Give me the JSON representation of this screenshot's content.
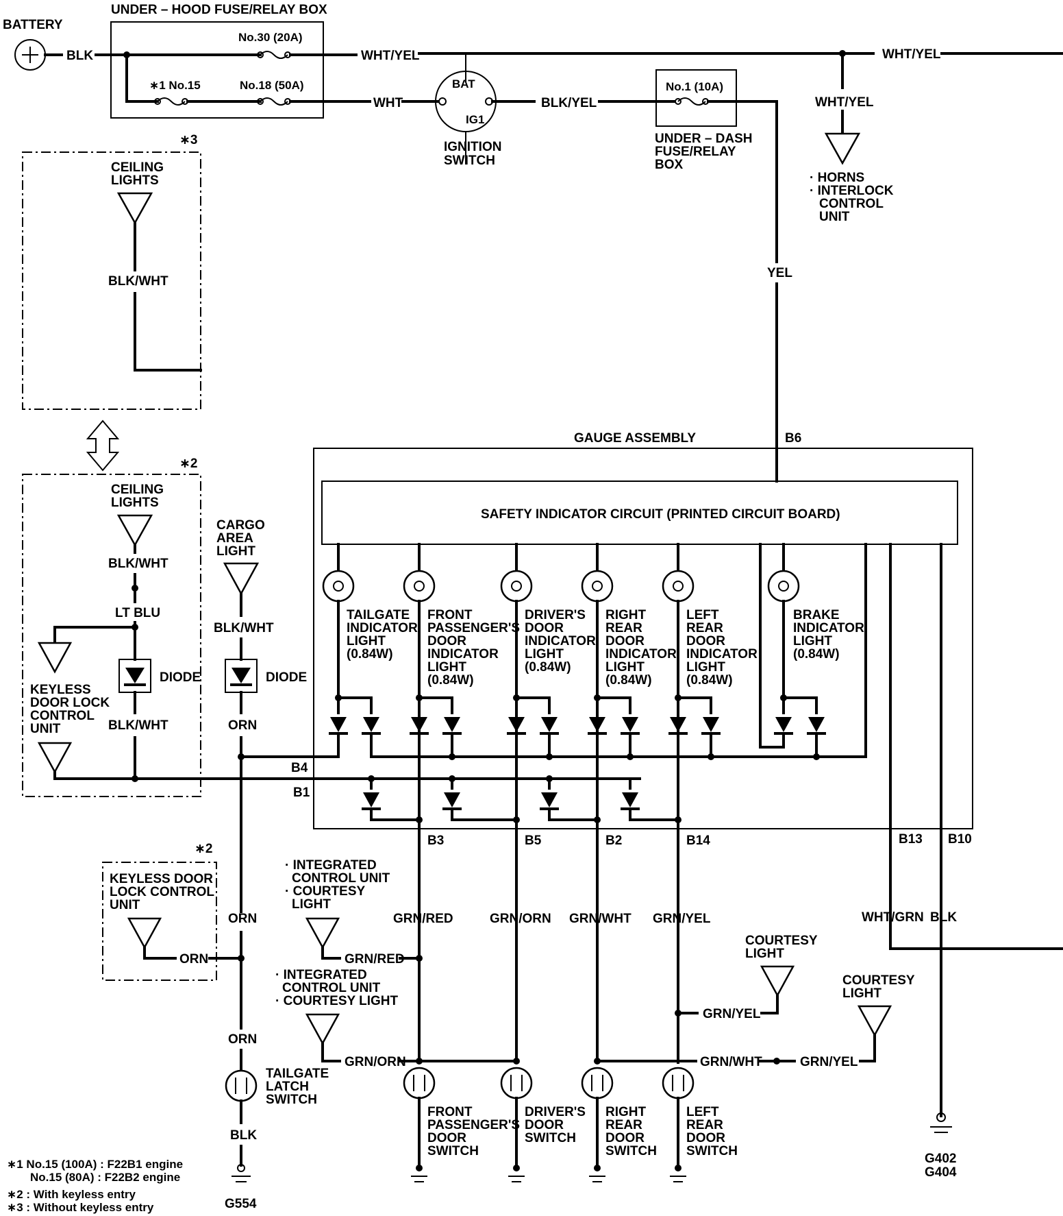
{
  "labels": {
    "battery": "BATTERY",
    "under_hood_box": "UNDER – HOOD FUSE/RELAY BOX",
    "fuse_30": "No.30 (20A)",
    "fuse_15": "∗1 No.15",
    "fuse_18": "No.18 (50A)",
    "ign_bat": "BAT",
    "ign_ig1": "IG1",
    "ign_1": "IGNITION",
    "ign_2": "SWITCH",
    "under_dash_fuse": "No.1 (10A)",
    "under_dash_1": "UNDER – DASH",
    "under_dash_2": "FUSE/RELAY",
    "under_dash_3": "BOX",
    "horns_1": "· HORNS",
    "horns_2": "· INTERLOCK",
    "horns_3": "CONTROL",
    "horns_4": "UNIT",
    "gauge_assembly": "GAUGE ASSEMBLY",
    "safety_circuit": "SAFETY INDICATOR CIRCUIT (PRINTED CIRCUIT BOARD)",
    "note3": "∗3",
    "note2": "∗2",
    "note2b": "∗2",
    "ceiling_1": "CEILING",
    "ceiling_2": "LIGHTS",
    "ceiling2_1": "CEILING",
    "ceiling2_2": "LIGHTS",
    "cargo_1": "CARGO",
    "cargo_2": "AREA",
    "cargo_3": "LIGHT",
    "diode1": "DIODE",
    "diode2": "DIODE",
    "keyless_1": "KEYLESS",
    "keyless_2": "DOOR LOCK",
    "keyless_3": "CONTROL",
    "keyless_4": "UNIT",
    "keyless_box_1": "KEYLESS DOOR",
    "keyless_box_2": "LOCK CONTROL",
    "keyless_box_3": "UNIT",
    "tailgate_latch_1": "TAILGATE",
    "tailgate_latch_2": "LATCH",
    "tailgate_latch_3": "SWITCH",
    "icu1_1": "· INTEGRATED",
    "icu1_2": "CONTROL UNIT",
    "icu1_3": "· COURTESY",
    "icu1_4": "LIGHT",
    "icu2_1": "· INTEGRATED",
    "icu2_2": "CONTROL UNIT",
    "icu2_3": "· COURTESY LIGHT",
    "courtesy1_1": "COURTESY",
    "courtesy1_2": "LIGHT",
    "courtesy2_1": "COURTESY",
    "courtesy2_2": "LIGHT",
    "g554": "G554",
    "g402": "G402",
    "g404": "G404",
    "foot1a": "∗1  No.15 (100A) : F22B1 engine",
    "foot1b": "No.15 (80A)   : F22B2 engine",
    "foot2": "∗2 : With keyless entry",
    "foot3": "∗3 : Without keyless entry"
  },
  "indicators": [
    {
      "l1": "TAILGATE",
      "l2": "INDICATOR",
      "l3": "LIGHT",
      "l4": "(0.84W)",
      "l5": ""
    },
    {
      "l1": "FRONT",
      "l2": "PASSENGER'S",
      "l3": "DOOR",
      "l4": "INDICATOR",
      "l5": "LIGHT",
      "l6": "(0.84W)"
    },
    {
      "l1": "DRIVER'S",
      "l2": "DOOR",
      "l3": "INDICATOR",
      "l4": "LIGHT",
      "l5": "(0.84W)"
    },
    {
      "l1": "RIGHT",
      "l2": "REAR",
      "l3": "DOOR",
      "l4": "INDICATOR",
      "l5": "LIGHT",
      "l6": "(0.84W)"
    },
    {
      "l1": "LEFT",
      "l2": "REAR",
      "l3": "DOOR",
      "l4": "INDICATOR",
      "l5": "LIGHT",
      "l6": "(0.84W)"
    },
    {
      "l1": "BRAKE",
      "l2": "INDICATOR",
      "l3": "LIGHT",
      "l4": "(0.84W)"
    }
  ],
  "switches": [
    {
      "l1": "FRONT",
      "l2": "PASSENGER'S",
      "l3": "DOOR",
      "l4": "SWITCH"
    },
    {
      "l1": "DRIVER'S",
      "l2": "DOOR",
      "l3": "SWITCH",
      "l4": ""
    },
    {
      "l1": "RIGHT",
      "l2": "REAR",
      "l3": "DOOR",
      "l4": "SWITCH"
    },
    {
      "l1": "LEFT",
      "l2": "REAR",
      "l3": "DOOR",
      "l4": "SWITCH"
    }
  ],
  "wires": {
    "blk": "BLK",
    "wht_yel_1": "WHT/YEL",
    "wht_yel_2": "WHT/YEL",
    "wht_yel_3": "WHT/YEL",
    "wht": "WHT",
    "blk_yel": "BLK/YEL",
    "yel": "YEL",
    "blk_wht_1": "BLK/WHT",
    "blk_wht_2": "BLK/WHT",
    "blk_wht_3": "BLK/WHT",
    "blk_wht_4": "BLK/WHT",
    "lt_blu": "LT BLU",
    "orn_1": "ORN",
    "orn_2": "ORN",
    "orn_3": "ORN",
    "orn_4": "ORN",
    "blk_2": "BLK",
    "grn_red_1": "GRN/RED",
    "grn_red_2": "GRN/RED",
    "grn_orn_1": "GRN/ORN",
    "grn_orn_2": "GRN/ORN",
    "grn_wht_1": "GRN/WHT",
    "grn_wht_2": "GRN/WHT",
    "grn_yel_1": "GRN/YEL",
    "grn_yel_2": "GRN/YEL",
    "grn_yel_3": "GRN/YEL",
    "wht_grn": "WHT/GRN",
    "blk_3": "BLK"
  },
  "connectors": {
    "b6": "B6",
    "b4": "B4",
    "b1": "B1",
    "b3": "B3",
    "b5": "B5",
    "b2": "B2",
    "b14": "B14",
    "b13": "B13",
    "b10": "B10"
  }
}
